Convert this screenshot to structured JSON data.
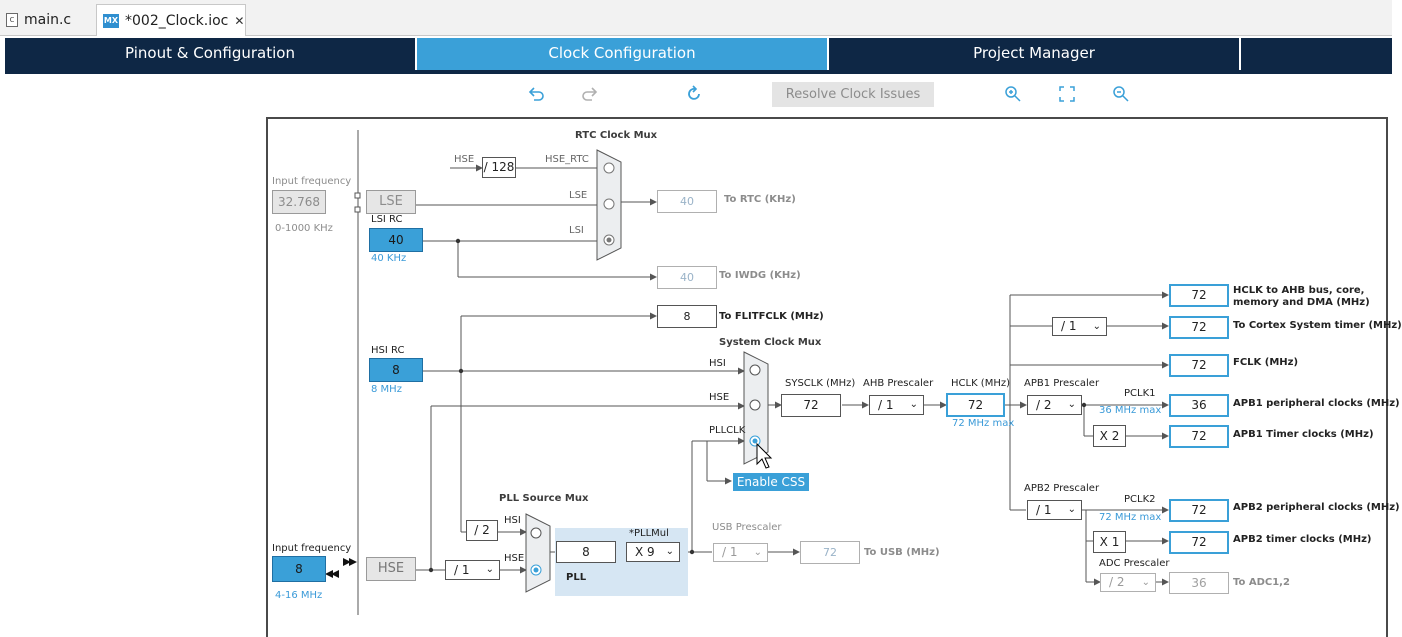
{
  "editor_tabs": [
    {
      "label": "main.c"
    },
    {
      "label": "*002_Clock.ioc"
    }
  ],
  "editor_tab_icon_text": "MX",
  "main_tabs": [
    {
      "label": "Pinout & Configuration"
    },
    {
      "label": "Clock Configuration"
    },
    {
      "label": "Project Manager"
    }
  ],
  "toolbar": {
    "icons": [
      "undo-icon",
      "redo-icon",
      "refresh-icon",
      "zoom-in-icon",
      "fit-screen-icon",
      "zoom-out-icon"
    ],
    "resolve_label": "Resolve Clock Issues"
  },
  "diagram": {
    "lse_input": {
      "label": "Input frequency",
      "value": "32.768",
      "range": "0-1000 KHz"
    },
    "lse": {
      "label": "LSE"
    },
    "lsi_rc": {
      "label": "LSI RC",
      "value": "40",
      "freq": "40 KHz"
    },
    "rtc_mux": {
      "title": "RTC Clock Mux",
      "hse_label": "HSE",
      "hse_div": "/ 128",
      "hse_rtc": "HSE_RTC",
      "lse_label": "LSE",
      "lsi_label": "LSI"
    },
    "to_rtc": {
      "value": "40",
      "label": "To RTC (KHz)"
    },
    "to_iwdg": {
      "value": "40",
      "label": "To IWDG (KHz)"
    },
    "to_flitfclk": {
      "value": "8",
      "label": "To FLITFCLK (MHz)"
    },
    "hsi_rc": {
      "label": "HSI RC",
      "value": "8",
      "freq": "8 MHz"
    },
    "sys_mux": {
      "title": "System Clock Mux",
      "hsi": "HSI",
      "hse": "HSE",
      "pllclk": "PLLCLK"
    },
    "enable_css": "Enable CSS",
    "sysclk": {
      "label": "SYSCLK (MHz)",
      "value": "72"
    },
    "ahb": {
      "label": "AHB Prescaler",
      "value": "/ 1"
    },
    "hclk": {
      "label": "HCLK (MHz)",
      "value": "72",
      "max": "72 MHz max"
    },
    "outputs": [
      {
        "value": "72",
        "label1": "HCLK to AHB bus, core,",
        "label2": "memory and DMA (MHz)"
      },
      {
        "value": "72",
        "label1": "To Cortex System timer (MHz)",
        "label2": ""
      },
      {
        "value": "72",
        "label1": "FCLK (MHz)",
        "label2": ""
      }
    ],
    "cortex_div": "/ 1",
    "apb1": {
      "label": "APB1 Prescaler",
      "value": "/ 2",
      "pclk": "PCLK1",
      "max": "36 MHz max",
      "timer_mul": "X 2"
    },
    "apb1_out": [
      {
        "value": "36",
        "label": "APB1 peripheral clocks (MHz)"
      },
      {
        "value": "72",
        "label": "APB1 Timer clocks (MHz)"
      }
    ],
    "apb2": {
      "label": "APB2 Prescaler",
      "value": "/ 1",
      "pclk": "PCLK2",
      "max": "72 MHz max",
      "timer_mul": "X 1"
    },
    "apb2_out": [
      {
        "value": "72",
        "label": "APB2 peripheral clocks (MHz)"
      },
      {
        "value": "72",
        "label": "APB2 timer clocks (MHz)"
      }
    ],
    "adc": {
      "label": "ADC Prescaler",
      "value": "/ 2",
      "out": "36",
      "out_label": "To ADC1,2"
    },
    "pll_src_mux": {
      "title": "PLL Source Mux",
      "hsi_div": "/ 2",
      "hsi": "HSI",
      "hse": "HSE"
    },
    "pll": {
      "label": "PLL",
      "input": "8",
      "mul_label": "*PLLMul",
      "mul": "X 9"
    },
    "usb": {
      "label": "USB Prescaler",
      "value": "/ 1",
      "out": "72",
      "out_label": "To USB (MHz)"
    },
    "hse_input": {
      "label": "Input frequency",
      "value": "8",
      "range": "4-16 MHz"
    },
    "hse": {
      "label": "HSE",
      "div": "/ 1"
    }
  },
  "colors": {
    "accent": "#3aa0d8",
    "navy": "#0e2745"
  }
}
